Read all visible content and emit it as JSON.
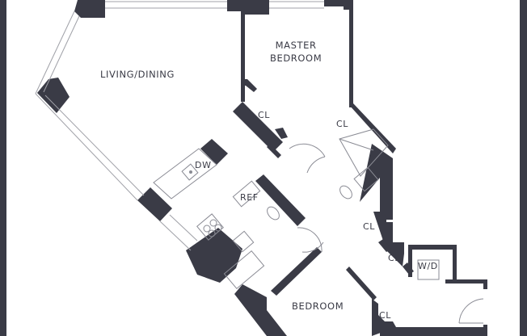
{
  "floor_plan": {
    "colors": {
      "wall": "#3a3b46",
      "background": "#ffffff",
      "fixture_line": "#8a8b94",
      "window": "#a0a1a8"
    },
    "rooms": [
      {
        "id": "living-dining",
        "label": "LIVING/DINING"
      },
      {
        "id": "master-bedroom",
        "label_line1": "MASTER",
        "label_line2": "BEDROOM"
      },
      {
        "id": "bedroom",
        "label": "BEDROOM"
      }
    ],
    "closets": [
      {
        "id": "cl-master-1",
        "label": "CL"
      },
      {
        "id": "cl-master-2",
        "label": "CL"
      },
      {
        "id": "cl-hall-1",
        "label": "CL"
      },
      {
        "id": "cl-hall-2",
        "label": "CL"
      },
      {
        "id": "cl-bedroom",
        "label": "CL"
      }
    ],
    "appliances": [
      {
        "id": "dishwasher",
        "label": "DW"
      },
      {
        "id": "refrigerator",
        "label": "REF"
      },
      {
        "id": "washer-dryer",
        "label": "W/D"
      }
    ]
  }
}
